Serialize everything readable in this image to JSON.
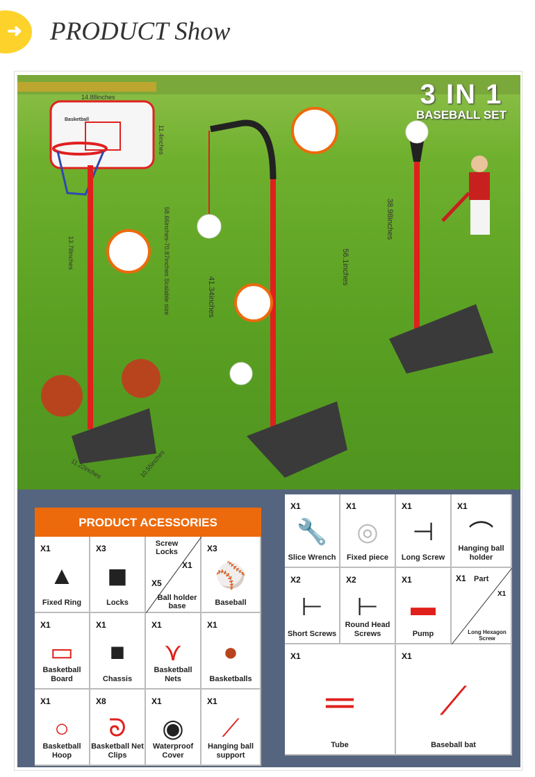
{
  "header": {
    "title": "PRODUCT Show",
    "arrow_icon": "arrow-right-icon",
    "badge_color": "#fdd22a"
  },
  "photo": {
    "title_line1": "3 IN 1",
    "title_line2": "BASEBALL SET",
    "measurements": {
      "board_width": "14.88inches",
      "board_height": "11.4inches",
      "hoop_height": "58.66inches-70.87inches Scalable size",
      "tube_section": "13.78inches",
      "base_depth": "11.22inches",
      "base_width": "10.55inches",
      "hanging_height": "41.34inches",
      "holder_height": "56.1inches",
      "tee_height": "38.98inches"
    },
    "board_brand": "Basketball"
  },
  "accessories_left": {
    "title": "PRODUCT ACESSORIES",
    "items": [
      {
        "qty": "X1",
        "label": "Fixed Ring"
      },
      {
        "qty": "X3",
        "label": "Locks"
      },
      {
        "qty": "X5",
        "label": "Screw Locks",
        "qty2": "X1",
        "label2": "Ball holder base"
      },
      {
        "qty": "X3",
        "label": "Baseball"
      },
      {
        "qty": "X1",
        "label": "Basketball Board"
      },
      {
        "qty": "X1",
        "label": "Chassis"
      },
      {
        "qty": "X1",
        "label": "Basketball Nets"
      },
      {
        "qty": "X1",
        "label": "Basketballs"
      },
      {
        "qty": "X1",
        "label": "Basketball Hoop"
      },
      {
        "qty": "X8",
        "label": "Basketball Net Clips"
      },
      {
        "qty": "X1",
        "label": "Waterproof Cover"
      },
      {
        "qty": "X1",
        "label": "Hanging ball support"
      }
    ]
  },
  "accessories_right": {
    "items": [
      {
        "qty": "X1",
        "label": "Slice Wrench"
      },
      {
        "qty": "X1",
        "label": "Fixed piece"
      },
      {
        "qty": "X1",
        "label": "Long Screw"
      },
      {
        "qty": "X1",
        "label": "Hanging ball holder"
      },
      {
        "qty": "X2",
        "label": "Short Screws"
      },
      {
        "qty": "X2",
        "label": "Round Head Screws"
      },
      {
        "qty": "X1",
        "label": "Pump"
      },
      {
        "qty": "X1",
        "label": "Part",
        "qty2": "X1",
        "label2": "Long Hexagon Screw"
      },
      {
        "qty": "X1",
        "label": "Tube"
      },
      {
        "qty": "X1",
        "label": "Baseball bat"
      }
    ]
  },
  "colors": {
    "accent_orange": "#ec6a0c",
    "panel": "#56657f",
    "pole_red": "#e0201c"
  }
}
